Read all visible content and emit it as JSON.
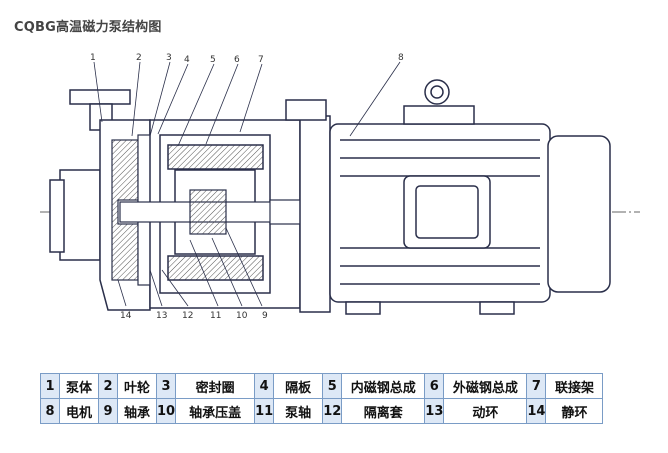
{
  "title": "CQBG高温磁力泵结构图",
  "callouts": [
    "1",
    "2",
    "3",
    "4",
    "5",
    "6",
    "7",
    "8",
    "9",
    "10",
    "11",
    "12",
    "13",
    "14"
  ],
  "legend": {
    "rows": [
      [
        {
          "num": "1",
          "label": "泵体"
        },
        {
          "num": "2",
          "label": "叶轮"
        },
        {
          "num": "3",
          "label": "密封圈"
        },
        {
          "num": "4",
          "label": "隔板"
        },
        {
          "num": "5",
          "label": "内磁钢总成"
        },
        {
          "num": "6",
          "label": "外磁钢总成"
        },
        {
          "num": "7",
          "label": "联接架"
        }
      ],
      [
        {
          "num": "8",
          "label": "电机"
        },
        {
          "num": "9",
          "label": "轴承"
        },
        {
          "num": "10",
          "label": "轴承压盖"
        },
        {
          "num": "11",
          "label": "泵轴"
        },
        {
          "num": "12",
          "label": "隔离套"
        },
        {
          "num": "13",
          "label": "动环"
        },
        {
          "num": "14",
          "label": "静环"
        }
      ]
    ]
  },
  "colors": {
    "line": "#2a2f4a",
    "fill": "#ffffff",
    "hatch": "#555555",
    "table_border": "#7a9cc6",
    "num_bg": "#dde8f6"
  }
}
